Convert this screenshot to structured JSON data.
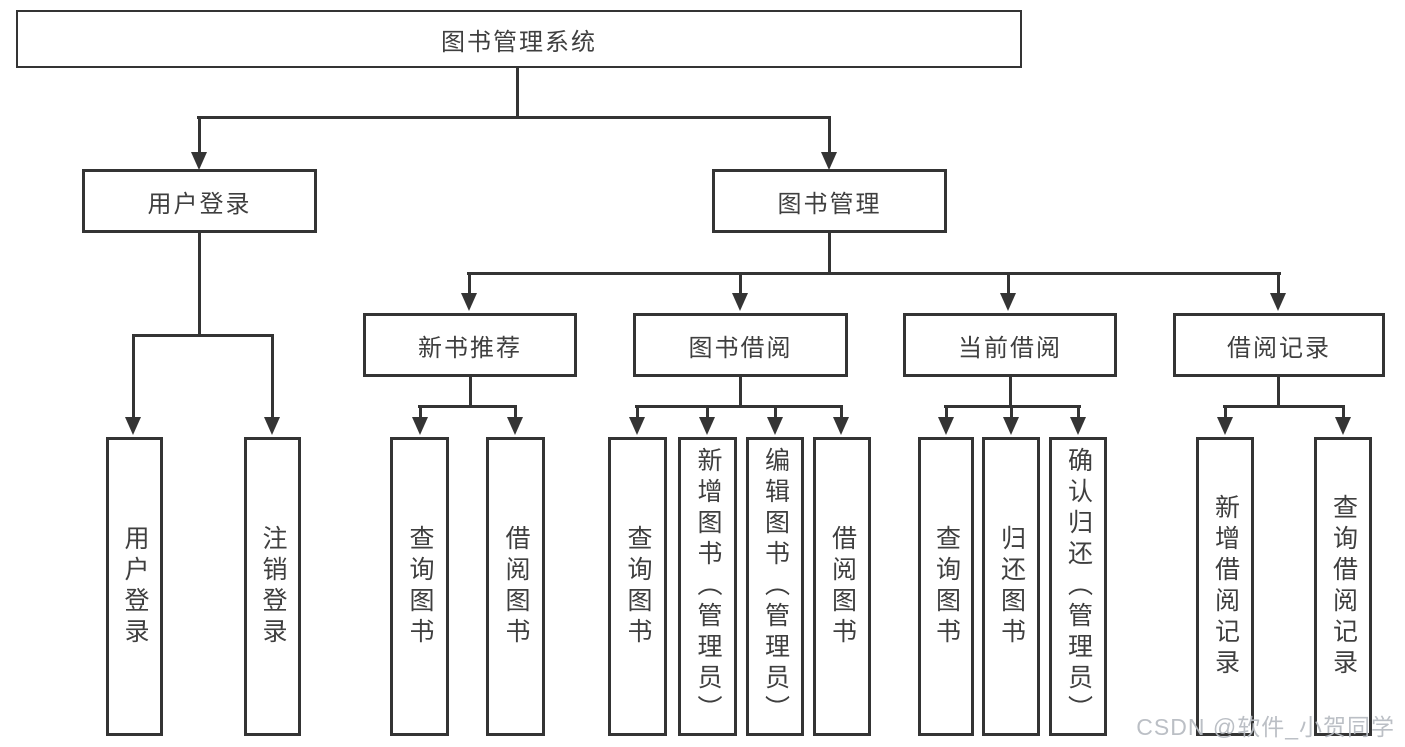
{
  "tree": {
    "label": "图书管理系统",
    "children": [
      {
        "label": "用户登录",
        "children": [
          {
            "label": "用户登录"
          },
          {
            "label": "注销登录"
          }
        ]
      },
      {
        "label": "图书管理",
        "children": [
          {
            "label": "新书推荐",
            "children": [
              {
                "label": "查询图书"
              },
              {
                "label": "借阅图书"
              }
            ]
          },
          {
            "label": "图书借阅",
            "children": [
              {
                "label": "查询图书"
              },
              {
                "label": "新增图书（管理员）"
              },
              {
                "label": "编辑图书（管理员）"
              },
              {
                "label": "借阅图书"
              }
            ]
          },
          {
            "label": "当前借阅",
            "children": [
              {
                "label": "查询图书"
              },
              {
                "label": "归还图书"
              },
              {
                "label": "确认归还（管理员）"
              }
            ]
          },
          {
            "label": "借阅记录",
            "children": [
              {
                "label": "新增借阅记录"
              },
              {
                "label": "查询借阅记录"
              }
            ]
          }
        ]
      }
    ]
  },
  "watermark": {
    "text": "CSDN @软件_小贺同学"
  },
  "colors": {
    "line": "#343434",
    "box_border": "#343434",
    "text": "#3f3f3f",
    "watermark": "#b7bcc2",
    "background": "#ffffff"
  }
}
